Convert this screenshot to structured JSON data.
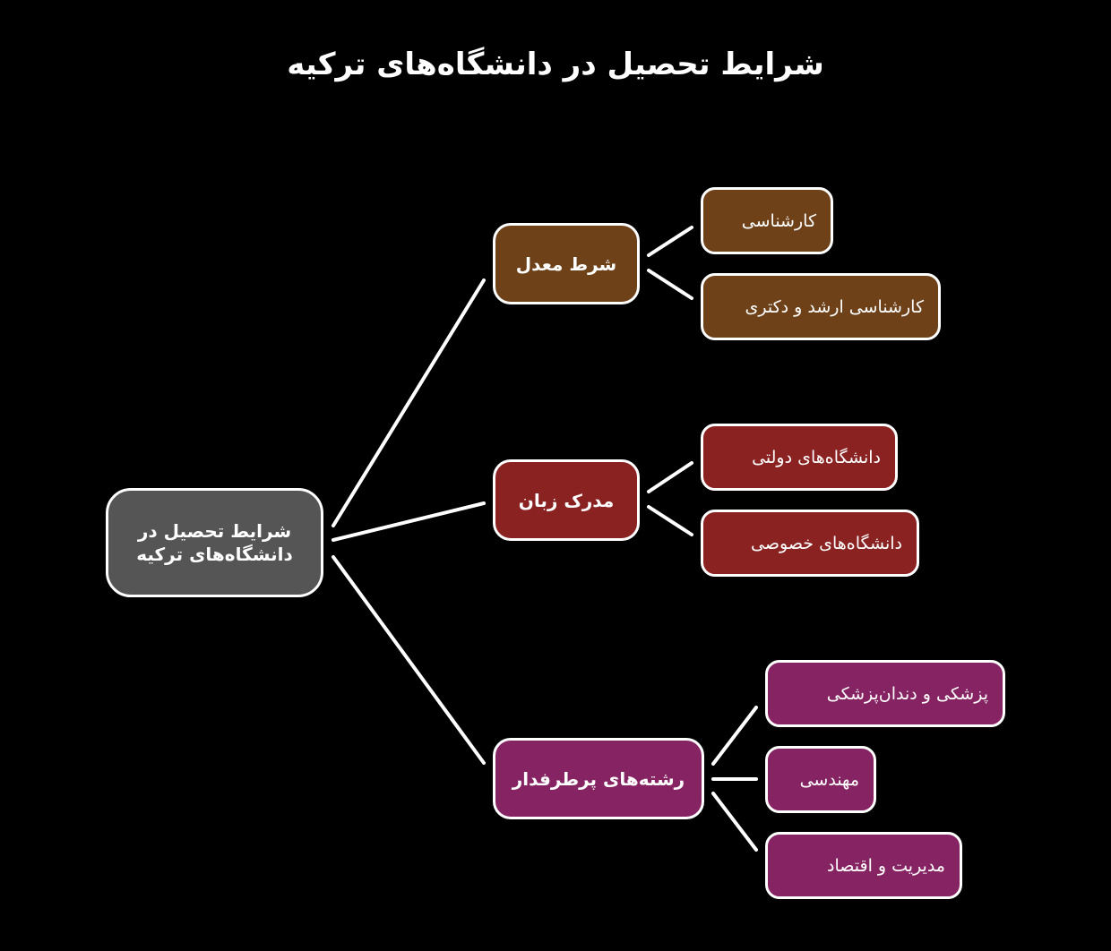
{
  "title": "شرایط تحصیل در دانشگاه‌های ترکیه",
  "colors": {
    "background": "#000000",
    "root": "#555555",
    "gpa": "#6e4119",
    "language": "#8b2222",
    "fields": "#862363",
    "border": "#ffffff"
  },
  "root": {
    "label": "شرایط تحصیل در دانشگاه‌های ترکیه"
  },
  "branches": [
    {
      "label": "شرط معدل",
      "children": [
        "کارشناسی",
        "کارشناسی ارشد و دکتری"
      ]
    },
    {
      "label": "مدرک زبان",
      "children": [
        "دانشگاه‌های دولتی",
        "دانشگاه‌های خصوصی"
      ]
    },
    {
      "label": "رشته‌های پرطرفدار",
      "children": [
        "پزشکی و دندان‌پزشکی",
        "مهندسی",
        "مدیریت و اقتصاد"
      ]
    }
  ]
}
